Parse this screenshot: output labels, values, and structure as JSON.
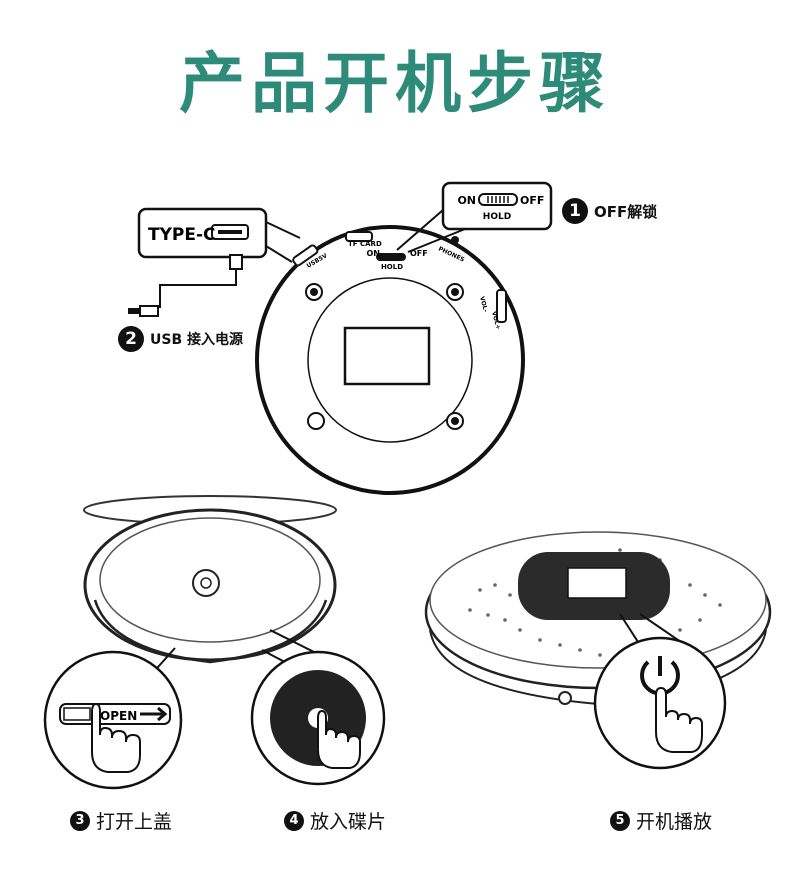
{
  "title": "产品开机步骤",
  "top_diagram": {
    "typec_label": "TYPE-C",
    "switch_on": "ON",
    "switch_off": "OFF",
    "switch_hold": "HOLD",
    "port_usb": "USB5V",
    "port_tf": "TF CARD",
    "port_phones": "PHONES",
    "port_vol_minus": "VOL-",
    "port_vol_plus": "VOL+"
  },
  "steps": [
    {
      "num": "1",
      "text": "OFF解锁"
    },
    {
      "num": "2",
      "text": "USB 接入电源"
    },
    {
      "num": "3",
      "text": "打开上盖"
    },
    {
      "num": "4",
      "text": "放入碟片"
    },
    {
      "num": "5",
      "text": "开机播放"
    }
  ],
  "open_label": "OPEN",
  "colors": {
    "title": "#2e8b79",
    "line": "#111111"
  },
  "icons": [
    "power-icon",
    "hand-pointer-icon",
    "usb-plug-icon"
  ]
}
